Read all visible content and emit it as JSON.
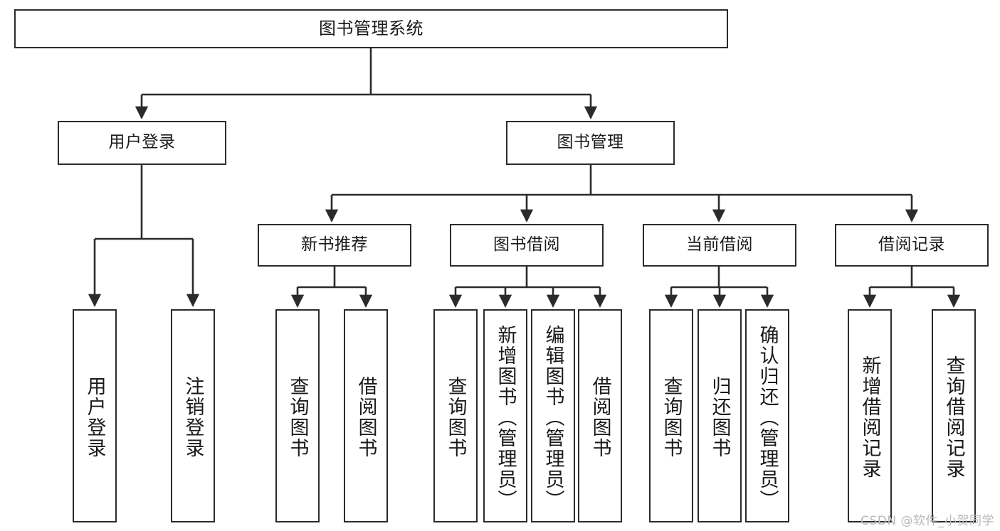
{
  "diagram": {
    "title": "图书管理系统",
    "type": "hierarchy-tree",
    "orientation": "top-down",
    "colors": {
      "box_border": "#2b2b2b",
      "box_fill": "#ffffff",
      "edge": "#2b2b2b",
      "text": "#1a1a1a",
      "watermark": "#b9b9b9",
      "background": "#ffffff"
    },
    "watermark": "CSDN @软件_小贺同学",
    "levels": [
      {
        "level": 1,
        "nodes": [
          {
            "id": "root",
            "label": "图书管理系统",
            "orientation": "horizontal"
          }
        ]
      },
      {
        "level": 2,
        "nodes": [
          {
            "id": "login",
            "label": "用户登录",
            "orientation": "horizontal",
            "parent": "root"
          },
          {
            "id": "bookmgmt",
            "label": "图书管理",
            "orientation": "horizontal",
            "parent": "root"
          }
        ]
      },
      {
        "level": 3,
        "nodes": [
          {
            "id": "newbook",
            "label": "新书推荐",
            "orientation": "horizontal",
            "parent": "bookmgmt"
          },
          {
            "id": "borrow",
            "label": "图书借阅",
            "orientation": "horizontal",
            "parent": "bookmgmt"
          },
          {
            "id": "current",
            "label": "当前借阅",
            "orientation": "horizontal",
            "parent": "bookmgmt"
          },
          {
            "id": "record",
            "label": "借阅记录",
            "orientation": "horizontal",
            "parent": "bookmgmt"
          }
        ]
      },
      {
        "level": 4,
        "nodes": [
          {
            "id": "leaf1",
            "label": "用户登录",
            "orientation": "vertical",
            "parent": "login"
          },
          {
            "id": "leaf2",
            "label": "注销登录",
            "orientation": "vertical",
            "parent": "login"
          },
          {
            "id": "leaf3",
            "label": "查询图书",
            "orientation": "vertical",
            "parent": "newbook"
          },
          {
            "id": "leaf4",
            "label": "借阅图书",
            "orientation": "vertical",
            "parent": "newbook"
          },
          {
            "id": "leaf5",
            "label": "查询图书",
            "orientation": "vertical",
            "parent": "borrow"
          },
          {
            "id": "leaf6",
            "label": "新增图书（管理员）",
            "orientation": "vertical",
            "parent": "borrow"
          },
          {
            "id": "leaf7",
            "label": "编辑图书（管理员）",
            "orientation": "vertical",
            "parent": "borrow"
          },
          {
            "id": "leaf8",
            "label": "借阅图书",
            "orientation": "vertical",
            "parent": "borrow"
          },
          {
            "id": "leaf9",
            "label": "查询图书",
            "orientation": "vertical",
            "parent": "current"
          },
          {
            "id": "leaf10",
            "label": "归还图书",
            "orientation": "vertical",
            "parent": "current"
          },
          {
            "id": "leaf11",
            "label": "确认归还（管理员）",
            "orientation": "vertical",
            "parent": "current"
          },
          {
            "id": "leaf12",
            "label": "新增借阅记录",
            "orientation": "vertical",
            "parent": "record"
          },
          {
            "id": "leaf13",
            "label": "查询借阅记录",
            "orientation": "vertical",
            "parent": "record"
          }
        ]
      }
    ]
  }
}
